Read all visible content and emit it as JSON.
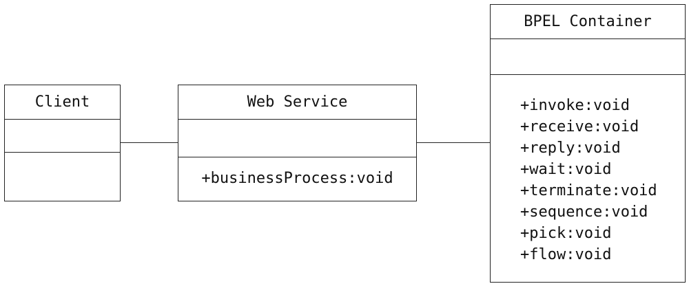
{
  "diagram": {
    "classes": {
      "client": {
        "name": "Client",
        "attributes": [],
        "operations": []
      },
      "web_service": {
        "name": "Web Service",
        "attributes": [],
        "operations": [
          "+businessProcess:void"
        ]
      },
      "bpel_container": {
        "name": "BPEL Container",
        "attributes": [],
        "operations": [
          "+invoke:void",
          "+receive:void",
          "+reply:void",
          "+wait:void",
          "+terminate:void",
          "+sequence:void",
          "+pick:void",
          "+flow:void"
        ]
      }
    },
    "connections": [
      {
        "from": "Client",
        "to": "Web Service"
      },
      {
        "from": "Web Service",
        "to": "BPEL Container"
      }
    ]
  }
}
